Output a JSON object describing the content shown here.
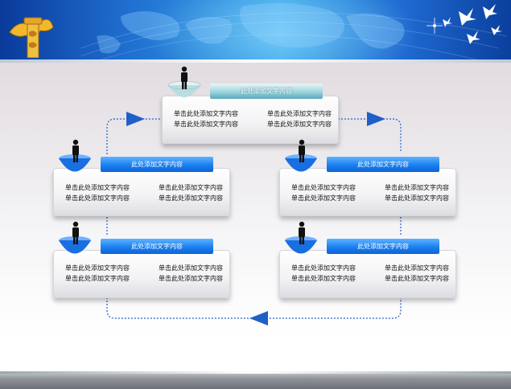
{
  "colors": {
    "banner_dark": "#0a3a9a",
    "banner_light": "#3aa7ea",
    "label_blue": "#1a7ff0",
    "label_teal": "#5aaabb",
    "connector": "#1f5fc8",
    "bowl_blue": "#1a6fe0"
  },
  "banner": {
    "left_icon": "huabiao-pillar-icon",
    "right_icon": "doves-icon",
    "background_icon": "world-map-icon"
  },
  "nodes": [
    {
      "label": "此处添加文字内容",
      "style": "teal",
      "rows": [
        [
          "单击此处添加文字内容",
          "单击此处添加文字内容"
        ],
        [
          "单击此处添加文字内容",
          "单击此处添加文字内容"
        ]
      ]
    },
    {
      "label": "此处添加文字内容",
      "style": "blue",
      "rows": [
        [
          "单击此处添加文字内容",
          "单击此处添加文字内容"
        ],
        [
          "单击此处添加文字内容",
          "单击此处添加文字内容"
        ]
      ]
    },
    {
      "label": "此处添加文字内容",
      "style": "blue",
      "rows": [
        [
          "单击此处添加文字内容",
          "单击此处添加文字内容"
        ],
        [
          "单击此处添加文字内容",
          "单击此处添加文字内容"
        ]
      ]
    },
    {
      "label": "此处添加文字内容",
      "style": "blue",
      "rows": [
        [
          "单击此处添加文字内容",
          "单击此处添加文字内容"
        ],
        [
          "单击此处添加文字内容",
          "单击此处添加文字内容"
        ]
      ]
    },
    {
      "label": "此处添加文字内容",
      "style": "blue",
      "rows": [
        [
          "单击此处添加文字内容",
          "单击此处添加文字内容"
        ],
        [
          "单击此处添加文字内容",
          "单击此处添加文字内容"
        ]
      ]
    }
  ]
}
